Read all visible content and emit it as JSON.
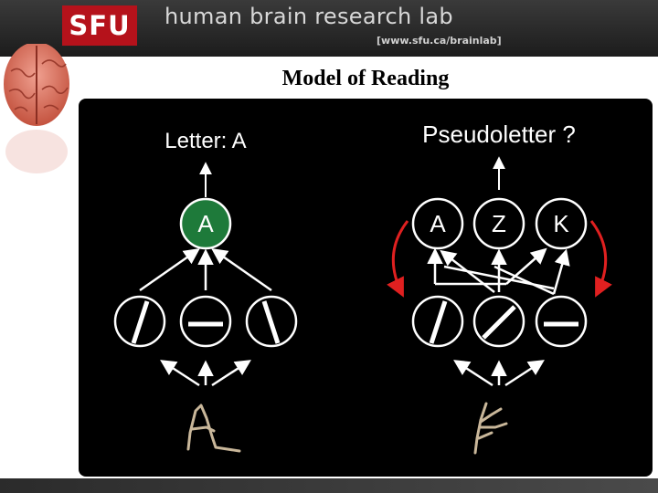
{
  "header": {
    "logo_text": "SFU",
    "lab_name": "human brain research lab",
    "lab_url": "[www.sfu.ca/brainlab]"
  },
  "slide": {
    "title": "Model of Reading"
  },
  "diagram": {
    "left": {
      "label": "Letter: A",
      "letter_node": "A",
      "letter_node_color": "#1e7a3a"
    },
    "right": {
      "label": "Pseudoletter ?",
      "letter_nodes": [
        "A",
        "Z",
        "K"
      ],
      "feedback_arrow_color": "#e02020"
    }
  },
  "colors": {
    "header": "#2a2a2a",
    "logo": "#b5121b",
    "panel": "#000000",
    "handwriting": "#c9b79a"
  }
}
